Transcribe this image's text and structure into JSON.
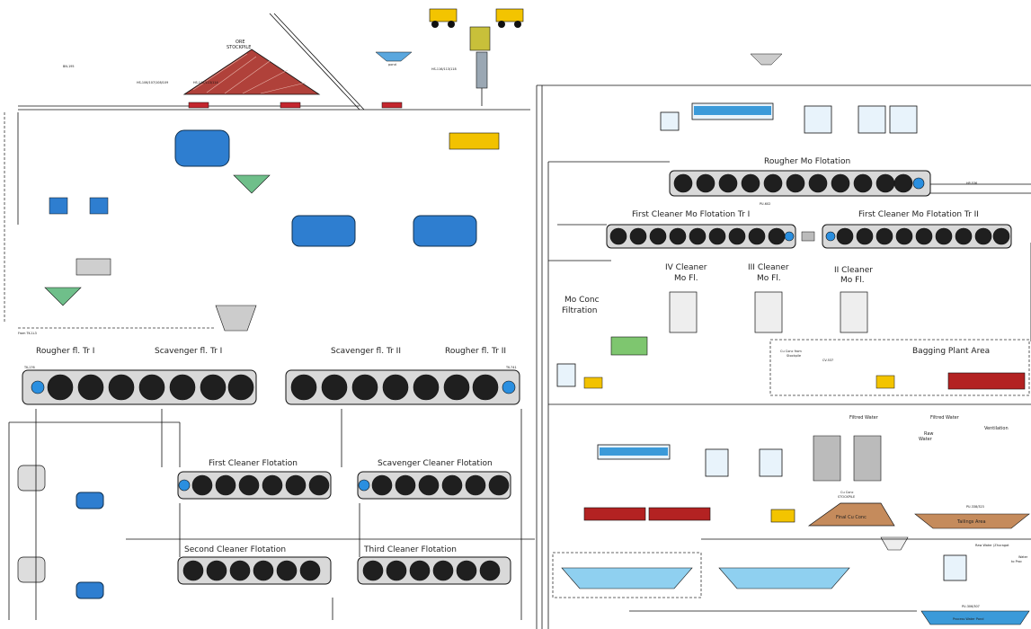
{
  "colors": {
    "water": "#3b9ad9",
    "mill": "#2e7ed0",
    "cell": "#1f1f1f",
    "bank": "#d9d9d9",
    "stockpile": "#b0413a",
    "conveyorAccent": "#c4262e",
    "truck": "#f3c400",
    "yellowBin": "#f2c200",
    "tailings": "#c58b5c",
    "railcar": "#b32222"
  },
  "labels": {
    "ore_stockpile": "ORE\nSTOCKPILE",
    "rougher_mo": "Rougher Mo Flotation",
    "first_cleaner_mo_1": "First Cleaner Mo Flotation Tr I",
    "first_cleaner_mo_2": "First Cleaner Mo Flotation Tr II",
    "iv_cleaner": "IV Cleaner\nMo Fl.",
    "iii_cleaner": "III Cleaner\nMo Fl.",
    "ii_cleaner": "II Cleaner\nMo Fl.",
    "mo_conc_filtration": "Mo Conc\nFiltration",
    "cu_conc_from_stockpile": "Cu Conc from\nStockpile",
    "bagging_plant": "Bagging Plant Area",
    "rougher_tr1": "Rougher fl. Tr I",
    "scavenger_tr1": "Scavenger fl. Tr I",
    "scavenger_tr2": "Scavenger fl. Tr II",
    "rougher_tr2": "Rougher fl. Tr II",
    "first_cleaner": "First Cleaner Flotation",
    "scavenger_cleaner": "Scavenger Cleaner Flotation",
    "second_cleaner": "Second Cleaner Flotation",
    "third_cleaner": "Third Cleaner Flotation",
    "filtred_water_1": "Filtred Water",
    "filtred_water_2": "Filtred Water",
    "raw_water": "Raw\nWater",
    "ventilation": "Ventilation",
    "cu_conc_stockpile": "Cu Conc\nSTOCKPILE",
    "final_cu_conc": "Final Cu Conc",
    "tailings_area": "Tailings Area",
    "raw_water_zhuragat": "Raw Water (Zhuragat",
    "water_to_proc": "Water\nto Proc",
    "process_water_pond": "Process Water Pond",
    "pond": "pond",
    "from_tk": "From TK-1L3"
  }
}
